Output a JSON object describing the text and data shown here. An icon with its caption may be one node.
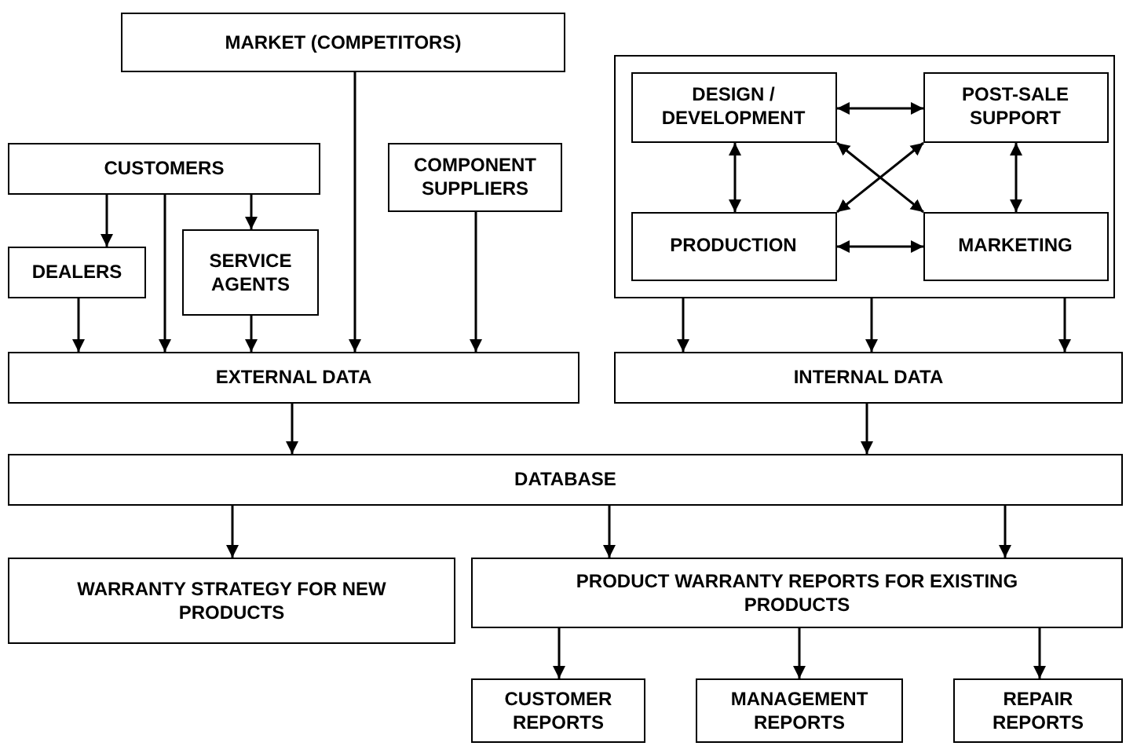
{
  "diagram": {
    "nodes": [
      {
        "text": [
          "MARKET (COMPETITORS)"
        ]
      },
      {
        "text": [
          "CUSTOMERS"
        ]
      },
      {
        "text": [
          "DEALERS"
        ]
      },
      {
        "text": [
          "SERVICE AGENTS"
        ]
      },
      {
        "text": [
          "COMPONENT SUPPLIERS"
        ]
      },
      {
        "text": [
          "EXTERNAL DATA"
        ]
      },
      {
        "text": [],
        "shape": "box"
      },
      {
        "text": [
          "DESIGN / DEVELOPMENT"
        ],
        "in": 6
      },
      {
        "text": [
          "POST-SALE SUPPORT"
        ],
        "in": 6
      },
      {
        "text": [
          "PRODUCTION"
        ],
        "in": 6
      },
      {
        "text": [
          "MARKETING"
        ],
        "in": 6
      },
      {
        "text": [
          "INTERNAL DATA"
        ]
      },
      {
        "text": [
          "DATABASE"
        ]
      },
      {
        "text": [
          "WARRANTY STRATEGY FOR NEW PRODUCTS"
        ]
      },
      {
        "text": [
          "PRODUCT WARRANTY REPORTS FOR EXISTING PRODUCTS"
        ]
      },
      {
        "text": [
          "CUSTOMER REPORTS"
        ]
      },
      {
        "text": [
          "MANAGEMENT REPORTS"
        ]
      },
      {
        "text": [
          "REPAIR REPORTS"
        ]
      }
    ],
    "edges": [
      {
        "from": 1,
        "to": 2,
        "arrow": "to"
      },
      {
        "from": 1,
        "to": 5,
        "arrow": "to"
      },
      {
        "from": 1,
        "to": 3,
        "arrow": "to"
      },
      {
        "from": 2,
        "to": 5,
        "arrow": "to"
      },
      {
        "from": 3,
        "to": 5,
        "arrow": "to"
      },
      {
        "from": 0,
        "to": 5,
        "arrow": "to"
      },
      {
        "from": 4,
        "to": 5,
        "arrow": "to"
      },
      {
        "from": 7,
        "to": 8,
        "arrow": "both"
      },
      {
        "from": 7,
        "to": 9,
        "arrow": "both"
      },
      {
        "from": 8,
        "to": 10,
        "arrow": "both"
      },
      {
        "from": 9,
        "to": 10,
        "arrow": "both"
      },
      {
        "from": 7,
        "to": 10,
        "arrow": "both"
      },
      {
        "from": 8,
        "to": 9,
        "arrow": "both"
      },
      {
        "from": 6,
        "to": 11,
        "arrow": "to"
      },
      {
        "from": 6,
        "to": 11,
        "arrow": "to"
      },
      {
        "from": 6,
        "to": 11,
        "arrow": "to"
      },
      {
        "from": 5,
        "to": 12,
        "arrow": "to"
      },
      {
        "from": 11,
        "to": 12,
        "arrow": "to"
      },
      {
        "from": 12,
        "to": 13,
        "arrow": "to"
      },
      {
        "from": 12,
        "to": 14,
        "arrow": "to"
      },
      {
        "from": 12,
        "to": 14,
        "arrow": "to"
      },
      {
        "from": 14,
        "to": 15,
        "arrow": "to"
      },
      {
        "from": 14,
        "to": 16,
        "arrow": "to"
      },
      {
        "from": 14,
        "to": 17,
        "arrow": "to"
      }
    ]
  }
}
